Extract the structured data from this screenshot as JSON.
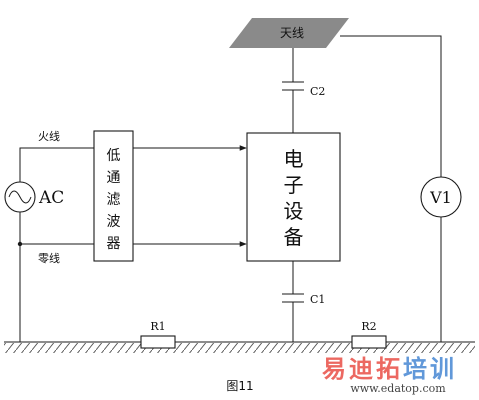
{
  "antenna": {
    "label": "天线",
    "color": "#8a8a8a"
  },
  "capacitors": {
    "top": "C2",
    "bottom": "C1"
  },
  "source": {
    "label": "AC",
    "symbol": "sine-wave-icon"
  },
  "wires": {
    "live": "火线",
    "neutral": "零线"
  },
  "filter": {
    "chars": [
      "低",
      "通",
      "滤",
      "波",
      "器"
    ]
  },
  "device": {
    "chars": [
      "电",
      "子",
      "设",
      "备"
    ]
  },
  "voltmeter": {
    "label": "V1"
  },
  "resistors": {
    "left": "R1",
    "right": "R2"
  },
  "caption": "图11",
  "watermark": {
    "brand_chars": [
      "易",
      "迪",
      "拓",
      "培",
      "训"
    ],
    "url": "www.edatop.com",
    "colors": [
      "#e8433a",
      "#e8433a",
      "#e8433a",
      "#3a7fd0",
      "#3a7fd0"
    ]
  }
}
